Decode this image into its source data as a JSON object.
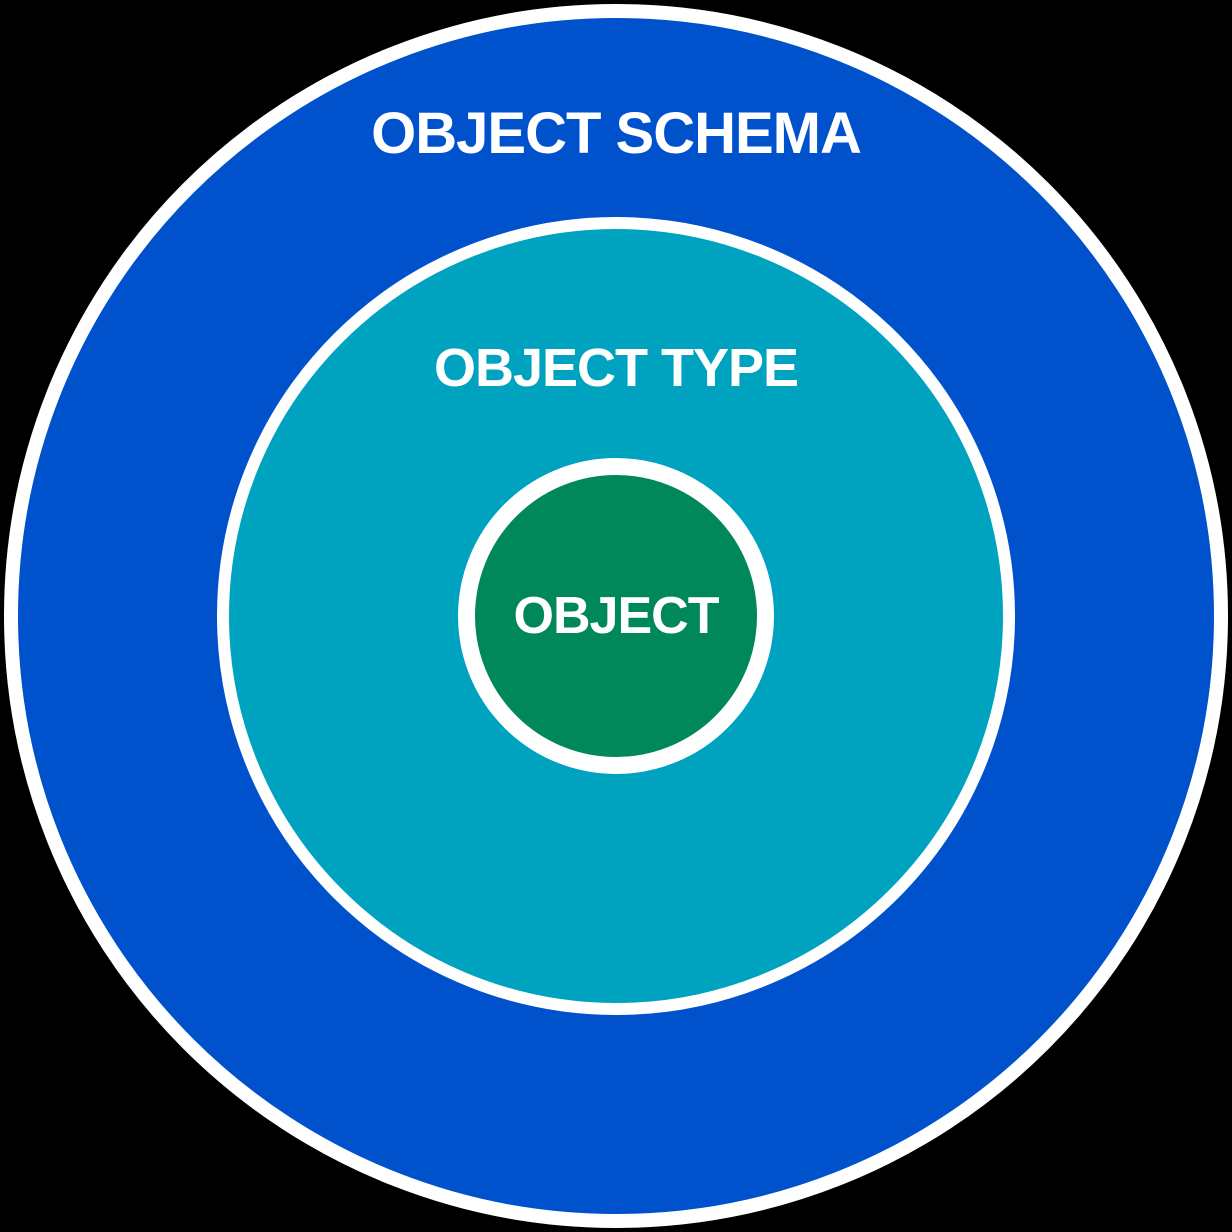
{
  "diagram": {
    "title": "Object schema concentric diagram",
    "background_color": "#000000",
    "ring_border_color": "#FFFFFF",
    "text_color": "#FFFFFF",
    "rings": [
      {
        "id": "object-schema",
        "label": "OBJECT SCHEMA",
        "fill": "#0052CC",
        "level": "outer"
      },
      {
        "id": "object-type",
        "label": "OBJECT TYPE",
        "fill": "#00A3BF",
        "level": "middle"
      },
      {
        "id": "object",
        "label": "OBJECT",
        "fill": "#00875A",
        "level": "inner"
      }
    ]
  }
}
